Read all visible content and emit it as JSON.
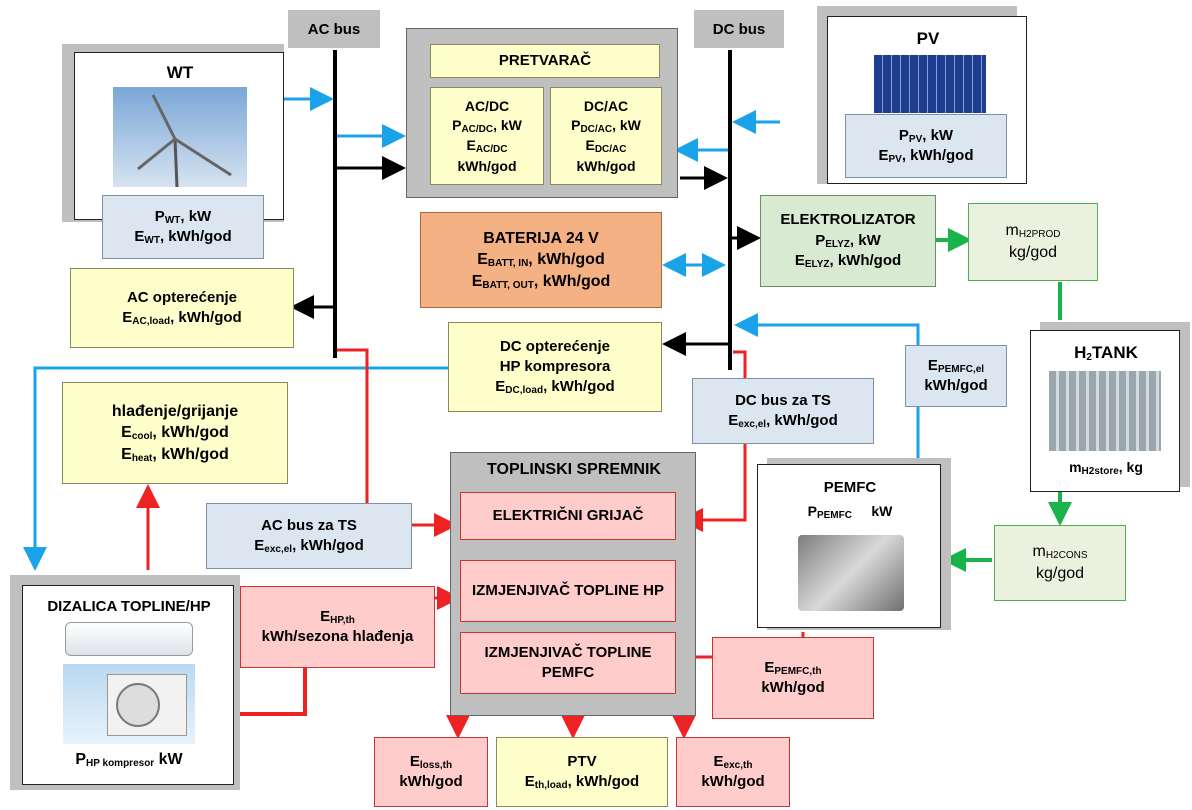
{
  "buses": {
    "ac": "AC bus",
    "dc": "DC bus"
  },
  "wt": {
    "title": "WT",
    "p": "P",
    "p_sub": "WT",
    "p_unit": ", kW",
    "e": "E",
    "e_sub": "WT",
    "e_unit": ", kWh/god"
  },
  "pv": {
    "title": "PV",
    "p": "P",
    "p_sub": "PV",
    "p_unit": ", kW",
    "e": "E",
    "e_sub": "PV",
    "e_unit": ", kWh/god"
  },
  "converter": {
    "title": "PRETVARAČ",
    "acdc": {
      "name": "AC/DC",
      "p": "P",
      "p_sub": "AC/DC",
      "p_unit": ", kW",
      "e": "E",
      "e_sub": "AC/DC",
      "unit": "kWh/god"
    },
    "dcac": {
      "name": "DC/AC",
      "p": "P",
      "p_sub": "DC/AC",
      "p_unit": ", kW",
      "e": "E",
      "e_sub": "DC/AC",
      "unit": "kWh/god"
    }
  },
  "battery": {
    "title": "BATERIJA 24 V",
    "in": "E",
    "in_sub": "BATT, IN",
    "in_unit": ", kWh/god",
    "out": "E",
    "out_sub": "BATT, OUT",
    "out_unit": ", kWh/god"
  },
  "electrolyzer": {
    "title": "ELEKTROLIZATOR",
    "p": "P",
    "p_sub": "ELYZ",
    "p_unit": ", kW",
    "e": "E",
    "e_sub": "ELYZ",
    "e_unit": ", kWh/god"
  },
  "h2prod": {
    "m": "m",
    "sub": "H2PROD",
    "unit": "kg/god"
  },
  "h2tank": {
    "title": "H",
    "title_sub": "2",
    "title_rest": "TANK",
    "m": "m",
    "sub": "H2store",
    "unit": ", kg"
  },
  "h2cons": {
    "m": "m",
    "sub": "H2CONS",
    "unit": "kg/god"
  },
  "ac_load": {
    "title": "AC opterećenje",
    "e": "E",
    "sub": "AC,load",
    "unit": ", kWh/god"
  },
  "dc_load": {
    "line1": "DC opterećenje",
    "line2": "HP kompresora",
    "e": "E",
    "sub": "DC,load",
    "unit": ", kWh/god"
  },
  "cooling": {
    "title": "hlađenje/grijanje",
    "e1": "E",
    "s1": "cool",
    "u1": ", kWh/god",
    "e2": "E",
    "s2": "heat",
    "u2": ", kWh/god"
  },
  "pemfc_el": {
    "e": "E",
    "sub": "PEMFC,el",
    "unit": "kWh/god"
  },
  "dc_bus_ts": {
    "title": "DC bus za TS",
    "e": "E",
    "sub": "exc,el",
    "unit": ", kWh/god"
  },
  "ac_bus_ts": {
    "title": "AC bus za TS",
    "e": "E",
    "sub": "exc,el",
    "unit": ", kWh/god"
  },
  "storage": {
    "title": "TOPLINSKI SPREMNIK",
    "heater": "ELEKTRIČNI GRIJAČ",
    "hx_hp": "IZMJENJIVAČ TOPLINE HP",
    "hx_pemfc": "IZMJENJIVAČ TOPLINE PEMFC"
  },
  "pemfc": {
    "title": "PEMFC",
    "p": "P",
    "sub": "PEMFC",
    "unit": "kW"
  },
  "heat_pump": {
    "title": "DIZALICA TOPLINE/HP",
    "p": "P",
    "sub": "HP kompresor",
    "unit": " kW"
  },
  "hp_th": {
    "e": "E",
    "sub": "HP,th",
    "line2": "kWh/sezona hlađenja"
  },
  "pemfc_th": {
    "e": "E",
    "sub": "PEMFC,th",
    "unit": "kWh/god"
  },
  "loss": {
    "e": "E",
    "sub": "loss,th",
    "unit": "kWh/god"
  },
  "ptv": {
    "title": "PTV",
    "e": "E",
    "sub": "th,load",
    "unit": ", kWh/god"
  },
  "exc": {
    "e": "E",
    "sub": "exc,th",
    "unit": "kWh/god"
  },
  "colors": {
    "blue_flow": "#1aa3e8",
    "red_flow": "#ee2222",
    "green_flow": "#19b24b",
    "black_flow": "#000000"
  }
}
